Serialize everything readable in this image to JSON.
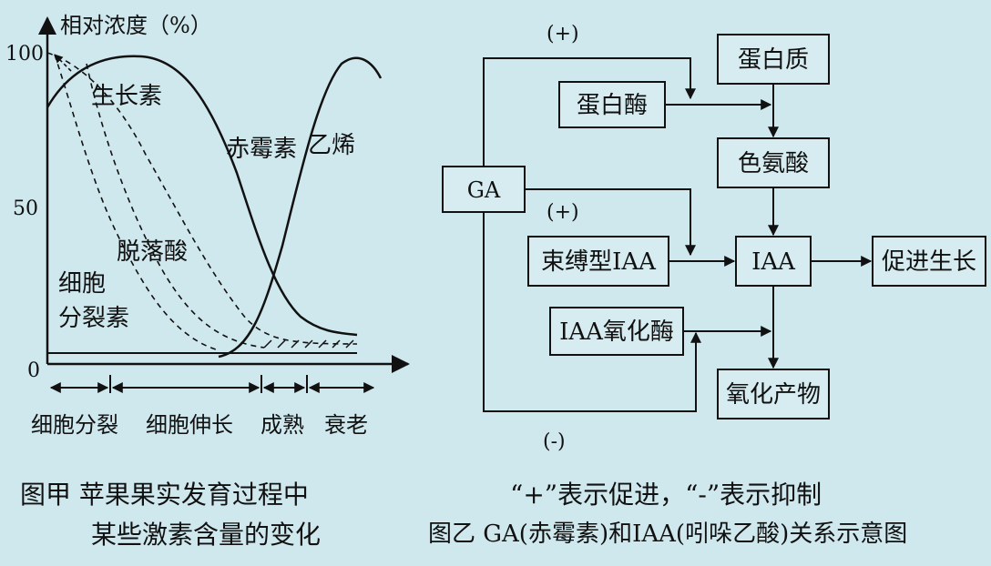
{
  "left_figure": {
    "y_axis_label": "相对浓度（%）",
    "y_ticks": [
      "100",
      "50",
      "0"
    ],
    "curve_labels": {
      "auxin": "生长素",
      "gibberellin": "赤霉素",
      "ethylene": "乙烯",
      "abscisic_acid": "脱落酸",
      "cytokinin_line1": "细胞",
      "cytokinin_line2": "分裂素"
    },
    "stages": [
      "细胞分裂",
      "细胞伸长",
      "成熟",
      "衰老"
    ],
    "caption_line1": "图甲  苹果果实发育过程中",
    "caption_line2": "某些激素含量的变化"
  },
  "right_figure": {
    "boxes": {
      "ga": "GA",
      "protein": "蛋白质",
      "protease": "蛋白酶",
      "tryptophan": "色氨酸",
      "bound_iaa": "束缚型IAA",
      "iaa": "IAA",
      "promote_growth": "促进生长",
      "iaa_oxidase": "IAA氧化酶",
      "oxidation_product": "氧化产物"
    },
    "signs": {
      "plus_top": "(+)",
      "plus_mid": "(+)",
      "minus_bottom": "(-)"
    },
    "legend_note": "“+”表示促进，“-”表示抑制",
    "caption": "图乙  GA(赤霉素)和IAA(吲哚乙酸)关系示意图"
  }
}
